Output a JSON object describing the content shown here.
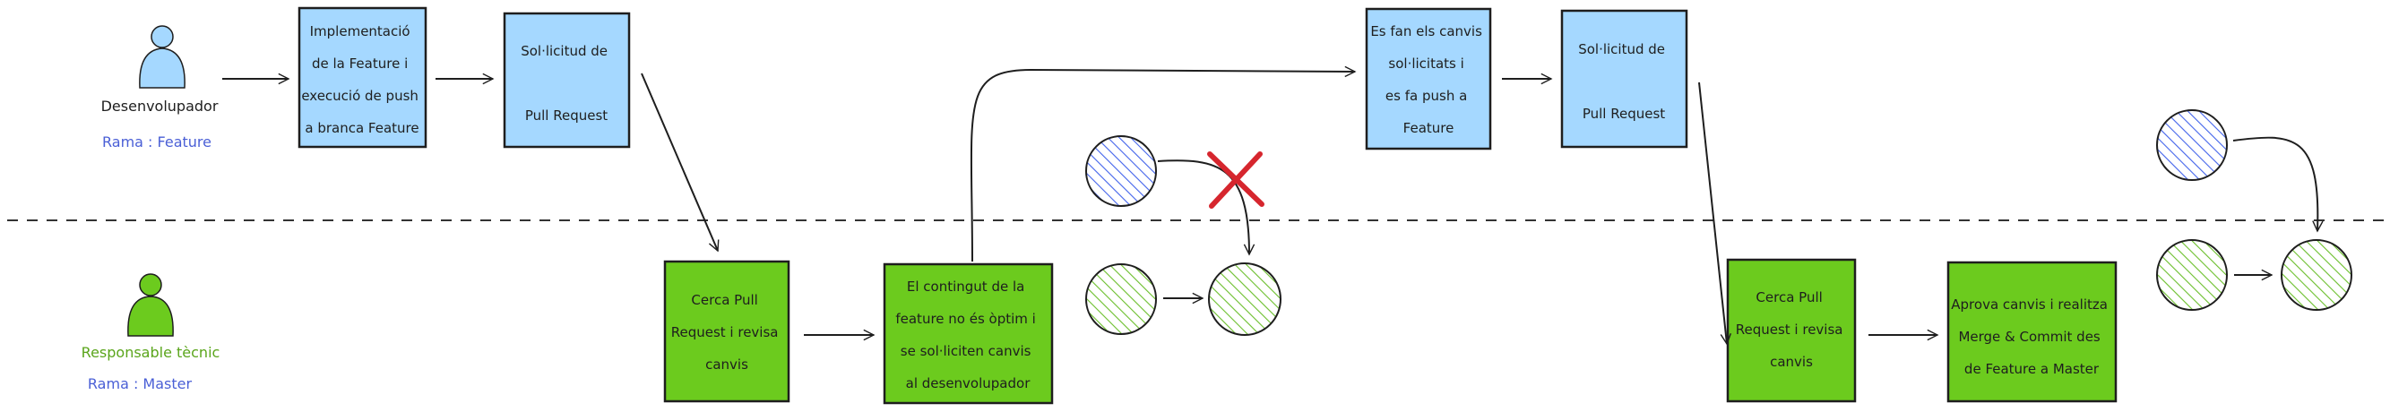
{
  "colors": {
    "blue_fill": "#a5d8ff",
    "green_fill": "#6ccb1e",
    "stroke": "#1e1e1e",
    "branch_label": "#4a5fd6",
    "green_label": "#5aa51b",
    "blue_hatch": "#4263eb",
    "green_hatch": "#6bbf2c",
    "red_cross": "#d6262e",
    "dash_line": "#333333"
  },
  "actors": {
    "developer": {
      "role": "Desenvolupador",
      "branch": "Rama : Feature",
      "icon": "person-icon"
    },
    "tech_lead": {
      "role": "Responsable tècnic",
      "branch": "Rama : Master",
      "icon": "person-icon"
    }
  },
  "boxes": {
    "implement": [
      "Implementació",
      "de la Feature i",
      "execució de push",
      "a branca Feature"
    ],
    "pr1": [
      "Sol·licitud de",
      "Pull Request"
    ],
    "review1": [
      "Cerca Pull",
      "Request i revisa",
      "canvis"
    ],
    "not_optimal": [
      "El contingut de la",
      "feature no és òptim i",
      "se sol·liciten canvis",
      "al desenvolupador"
    ],
    "changes_pushed": [
      "Es fan els canvis",
      "sol·licitats i",
      "es fa push a",
      "Feature"
    ],
    "pr2": [
      "Sol·licitud de",
      "Pull Request"
    ],
    "review2": [
      "Cerca Pull",
      "Request i revisa",
      "canvis"
    ],
    "approve": [
      "Aprova canvis i realitza",
      "Merge & Commit des",
      "de Feature a Master"
    ]
  },
  "commits": {
    "feature_rejected": "blue",
    "master_a": "green",
    "master_b": "green",
    "feature_final": "blue",
    "master_c": "green",
    "master_d": "green"
  },
  "rejection_mark": "cross-icon"
}
